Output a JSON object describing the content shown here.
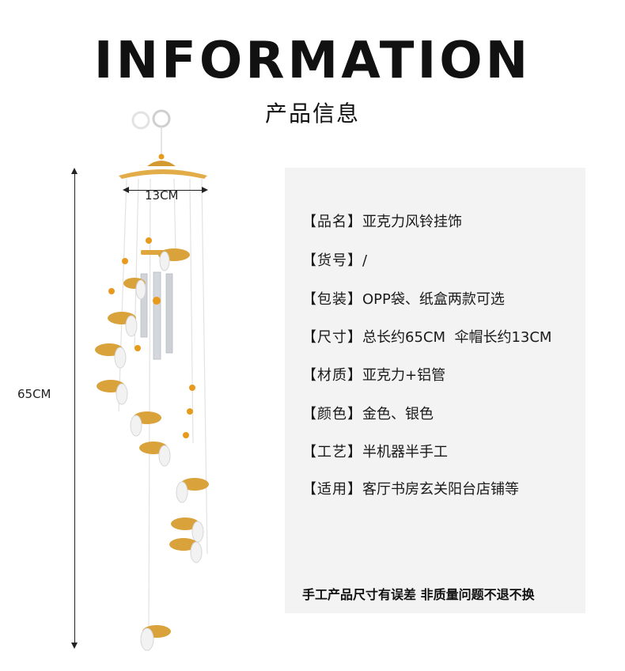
{
  "header": {
    "title": "INFORMATION",
    "subtitle": "产品信息"
  },
  "dimensions": {
    "length_label": "65CM",
    "cap_label": "13CM"
  },
  "specs": [
    {
      "key": "【品名】",
      "value": "亚克力风铃挂饰"
    },
    {
      "key": "【货号】",
      "value": "/"
    },
    {
      "key": "【包装】",
      "value": "OPP袋、纸盒两款可选"
    },
    {
      "key": "【尺寸】",
      "value": "总长约65CM  伞帽长约13CM"
    },
    {
      "key": "【材质】",
      "value": "亚克力+铝管"
    },
    {
      "key": "【颜色】",
      "value": "金色、银色"
    },
    {
      "key": "【工艺】",
      "value": "半机器半手工"
    },
    {
      "key": "【适用】",
      "value": "客厅书房玄关阳台店铺等"
    }
  ],
  "note": "手工产品尺寸有误差 非质量问题不退不换",
  "colors": {
    "gold": "#d9a23a",
    "amber_bead": "#e89a1c",
    "silver_tube": "#cfd3d8",
    "panel_bg": "#f3f3f3"
  }
}
